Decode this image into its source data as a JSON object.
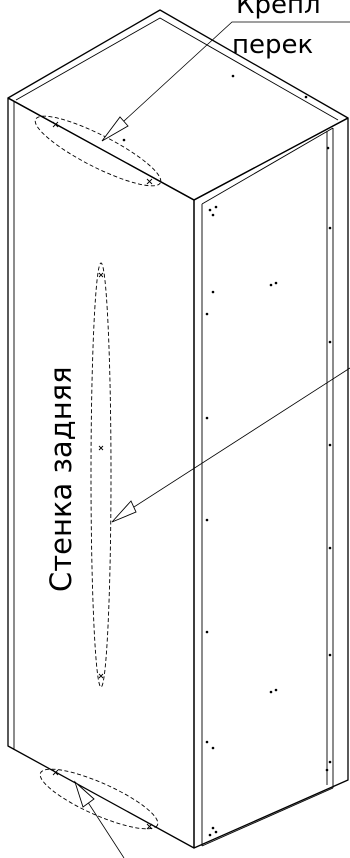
{
  "labels": {
    "top_callout_line1": "Крепл",
    "top_callout_line2": "перек",
    "back_wall": "Стенка задняя"
  }
}
